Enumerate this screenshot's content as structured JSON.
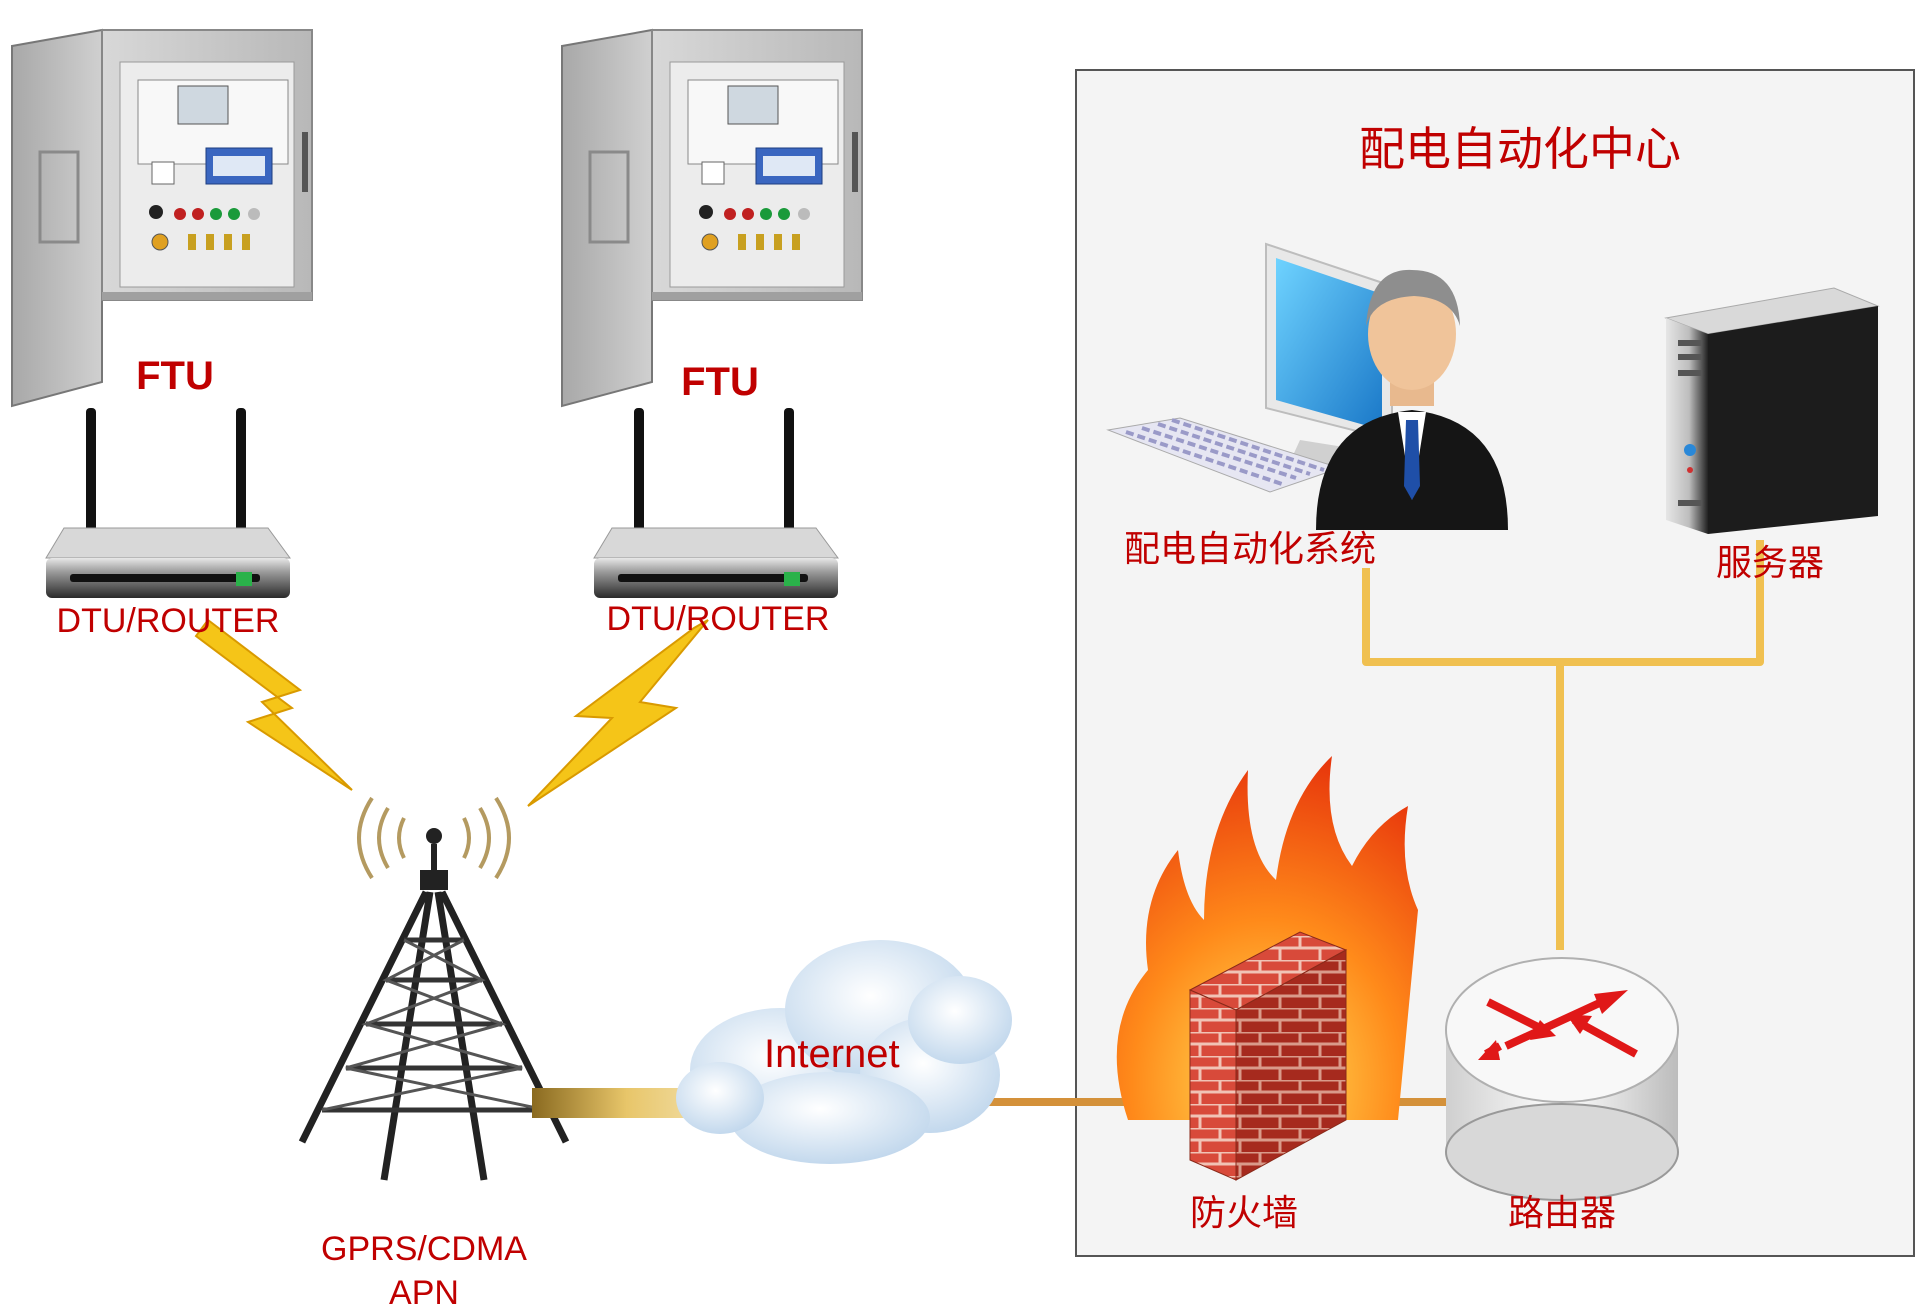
{
  "labels": {
    "ftu_left": "FTU",
    "ftu_right": "FTU",
    "dtu_left": "DTU/ROUTER",
    "dtu_right": "DTU/ROUTER",
    "tower_line1": "GPRS/CDMA",
    "tower_line2": "APN",
    "internet": "Internet",
    "center_title": "配电自动化中心",
    "workstation": "配电自动化系统",
    "server": "服务器",
    "firewall": "防火墙",
    "router": "路由器"
  },
  "colors": {
    "label_red": "#c00000",
    "wire_gold": "#f0c050",
    "link_orange": "#d4913a",
    "lightning": "#f5c518",
    "panel_border": "#555555",
    "panel_fill": "#f4f4f4"
  },
  "icons": [
    "ftu-cabinet-icon",
    "wireless-router-icon",
    "lightning-icon",
    "cell-tower-icon",
    "cloud-icon",
    "computer-user-icon",
    "server-tower-icon",
    "firewall-icon",
    "router-icon"
  ]
}
